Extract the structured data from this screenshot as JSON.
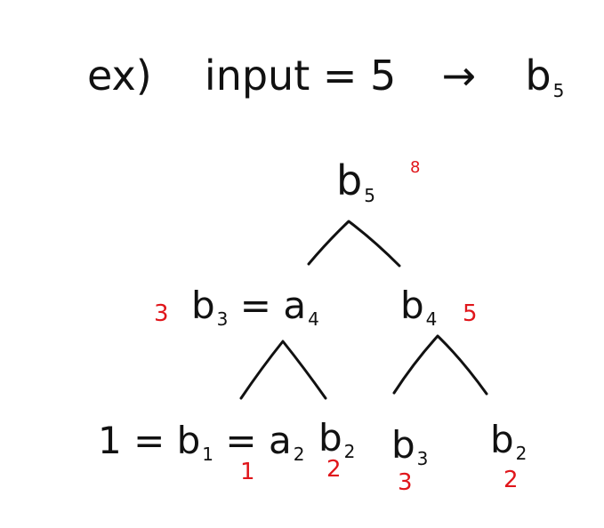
{
  "header": {
    "prefix": "ex)",
    "input_label": "input = 5",
    "arrow": "→",
    "result_base": "b",
    "result_sub": "5"
  },
  "tree": {
    "root": {
      "base": "b",
      "sub": "5",
      "count": "8"
    },
    "left": {
      "count": "3",
      "base": "b",
      "sub": "3",
      "eq": "=",
      "alias_base": "a",
      "alias_sub": "4"
    },
    "right": {
      "base": "b",
      "sub": "4",
      "count": "5"
    },
    "leaf1": {
      "prefix": "1 =",
      "base": "b",
      "sub": "1",
      "eq": "=",
      "alias_base": "a",
      "alias_sub": "2",
      "count": "1"
    },
    "leaf2": {
      "base": "b",
      "sub": "2",
      "count": "2"
    },
    "leaf3": {
      "base": "b",
      "sub": "3",
      "count": "3"
    },
    "leaf4": {
      "base": "b",
      "sub": "2",
      "count": "2"
    }
  },
  "colors": {
    "ink": "#111111",
    "annotation": "#e0161b"
  }
}
